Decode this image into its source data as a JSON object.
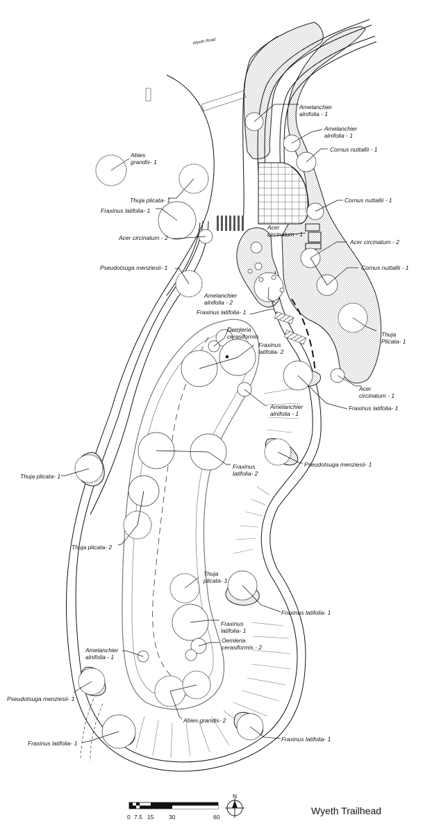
{
  "title": "Wyeth Trailhead",
  "road_label": "Wyeth Road",
  "scale_bar": {
    "ticks": [
      "0",
      "7.5",
      "15",
      "30",
      "60"
    ],
    "north_letter": "N"
  },
  "plant_labels": [
    {
      "key": "amel1_top",
      "lines": [
        "Amelanchier",
        "alnifolia - 1"
      ]
    },
    {
      "key": "amel1_b",
      "lines": [
        "Amelanchier",
        "alnifolia - 1"
      ]
    },
    {
      "key": "cornus1",
      "lines": [
        "Cornus nuttallii - 1"
      ]
    },
    {
      "key": "abies1",
      "lines": [
        "Abies",
        "grandis- 1"
      ]
    },
    {
      "key": "thuja1_top",
      "lines": [
        "Thuja plicata- 1"
      ]
    },
    {
      "key": "fraxinus1_top",
      "lines": [
        "Fraxinus latifolia- 1"
      ]
    },
    {
      "key": "cornus1_b",
      "lines": [
        "Cornus nuttallii - 1"
      ]
    },
    {
      "key": "acer1_mid",
      "lines": [
        "Acer",
        "circinatum - 1"
      ]
    },
    {
      "key": "acer2_left",
      "lines": [
        "Acer circinatum - 2"
      ]
    },
    {
      "key": "acer2_right",
      "lines": [
        "Acer circinatum - 2"
      ]
    },
    {
      "key": "pseudo1_left",
      "lines": [
        "Pseudotsuga menziesii- 1"
      ]
    },
    {
      "key": "cornus1_c",
      "lines": [
        "Cornus nuttallii - 1"
      ]
    },
    {
      "key": "amel2",
      "lines": [
        "Amelanchier",
        "alnifolia - 2"
      ]
    },
    {
      "key": "fraxinus1_mid",
      "lines": [
        "Fraxinus latifolia- 1"
      ]
    },
    {
      "key": "thuja_plicata_right",
      "lines": [
        "Thuja",
        "Plicata- 1"
      ]
    },
    {
      "key": "oemleria1",
      "lines": [
        "Oemleria",
        "cerasiformis"
      ]
    },
    {
      "key": "fraxinus2",
      "lines": [
        "Fraxinus",
        "latifolia- 2"
      ]
    },
    {
      "key": "acer1_right",
      "lines": [
        "Acer",
        "circinatum - 1"
      ]
    },
    {
      "key": "amel1_c",
      "lines": [
        "Amelanchier",
        "alnifolia - 1"
      ]
    },
    {
      "key": "fraxinus1_r",
      "lines": [
        "Fraxinus latifolia- 1"
      ]
    },
    {
      "key": "pseudo1_right",
      "lines": [
        "Pseudotsuga menziesii- 1"
      ]
    },
    {
      "key": "fraxinus2_b",
      "lines": [
        "Fraxinus",
        "latifolia- 2"
      ]
    },
    {
      "key": "thuja1_left",
      "lines": [
        "Thuja plicata- 1"
      ]
    },
    {
      "key": "thuja2",
      "lines": [
        "Thuja plicata- 2"
      ]
    },
    {
      "key": "thuja1_c",
      "lines": [
        "Thuja",
        "plicata- 1"
      ]
    },
    {
      "key": "fraxinus1_c",
      "lines": [
        "Fraxinus latifolia- 1"
      ]
    },
    {
      "key": "fraxinus1_d",
      "lines": [
        "Fraxinus",
        "latifolia- 1"
      ]
    },
    {
      "key": "oemleria2",
      "lines": [
        "Oemleria",
        "cerasiformis - 2"
      ]
    },
    {
      "key": "amel1_d",
      "lines": [
        "Amelanchier",
        "alnifolia - 1"
      ]
    },
    {
      "key": "pseudo1_bl",
      "lines": [
        "Pseudotsuga menziesii- 1"
      ]
    },
    {
      "key": "abies2",
      "lines": [
        "Abies grandis- 2"
      ]
    },
    {
      "key": "fraxinus1_bl",
      "lines": [
        "Fraxinus latifolia- 1"
      ]
    },
    {
      "key": "fraxinus1_br",
      "lines": [
        "Fraxinus latifolia- 1"
      ]
    }
  ]
}
